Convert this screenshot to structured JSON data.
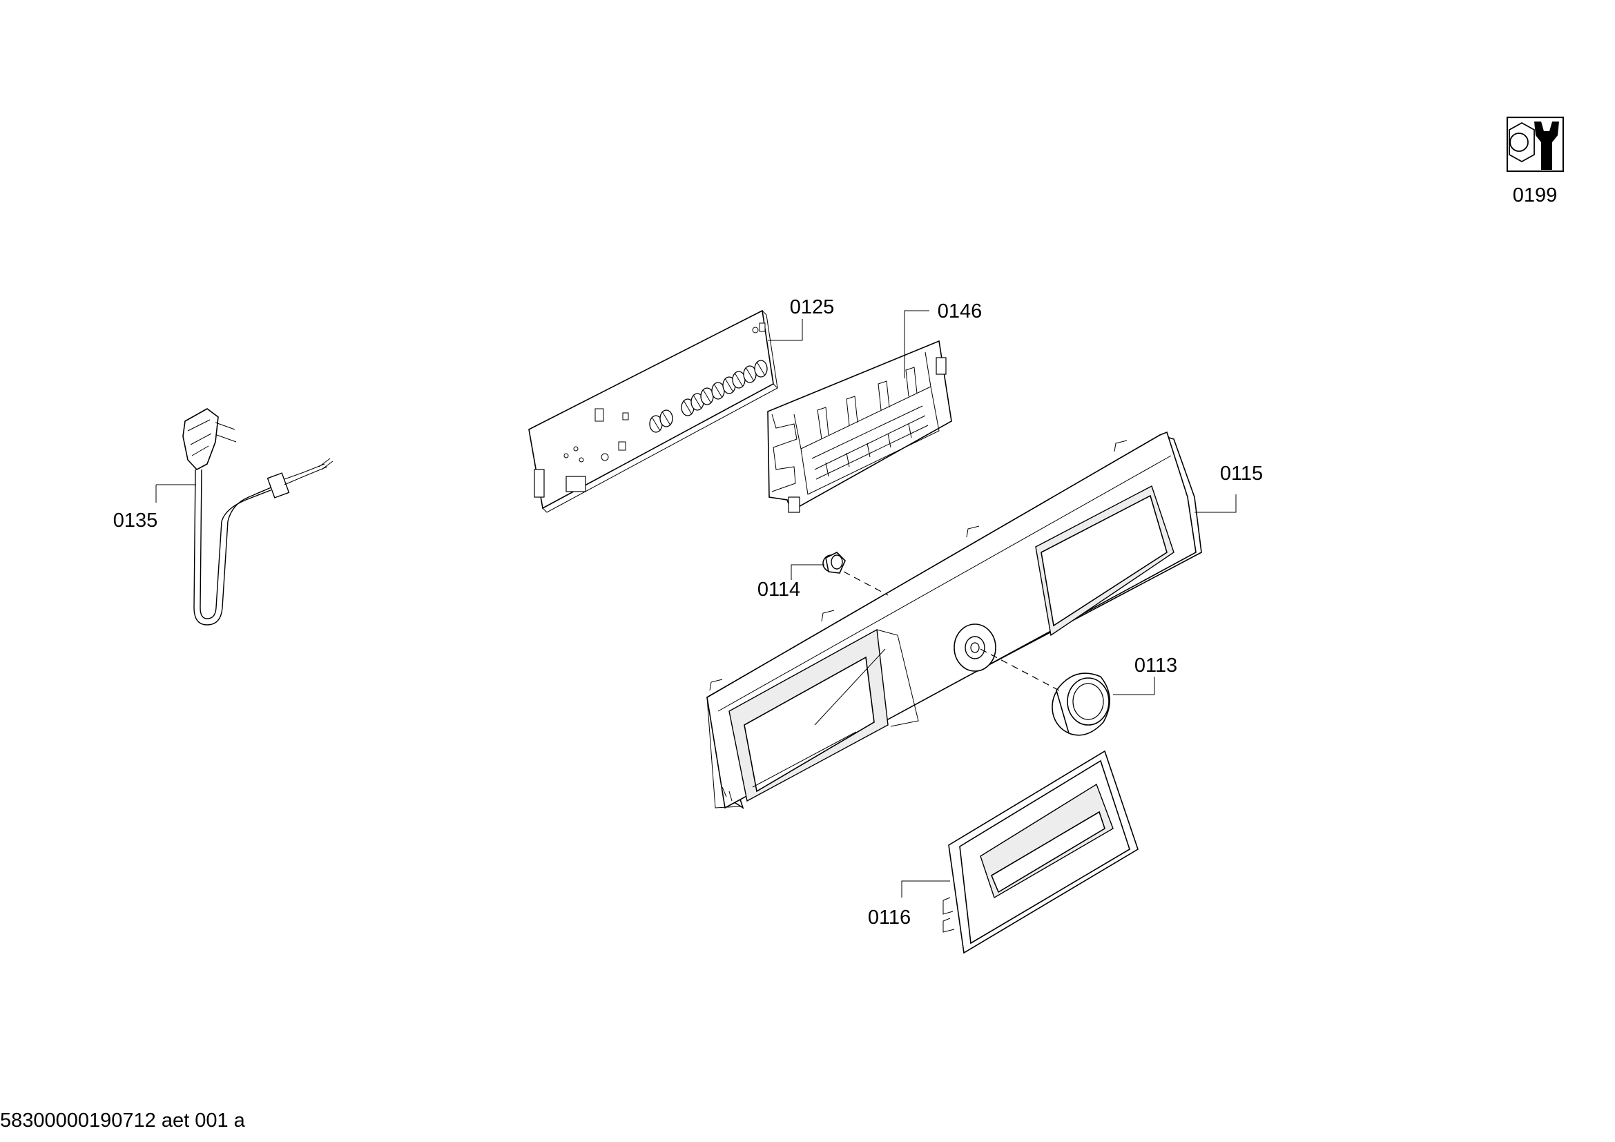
{
  "parts": {
    "p0199": "0199",
    "p0125": "0125",
    "p0146": "0146",
    "p0115": "0115",
    "p0135": "0135",
    "p0114": "0114",
    "p0113": "0113",
    "p0116": "0116"
  },
  "footer": {
    "drawing_id": "58300000190712 aet 001 a"
  },
  "icons": {
    "tool": "wrench-nut-icon"
  }
}
